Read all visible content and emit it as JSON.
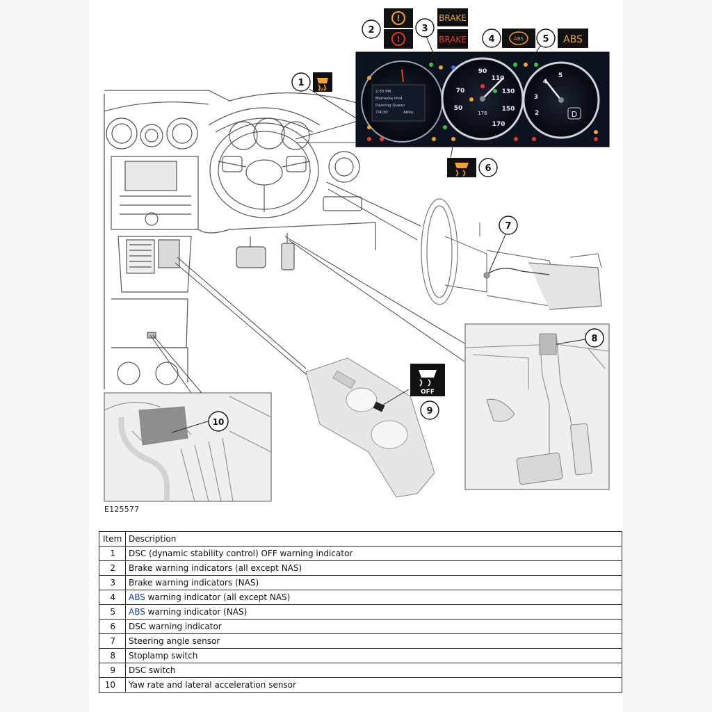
{
  "figure": {
    "code": "E125577",
    "callouts": [
      "1",
      "2",
      "3",
      "4",
      "5",
      "6",
      "7",
      "8",
      "9",
      "10"
    ],
    "indicators": {
      "brake_text": "BRAKE",
      "abs_text": "ABS",
      "abs_circle_text": "ABS",
      "off_text": "OFF"
    },
    "gauges": {
      "speed_ticks": [
        "90",
        "110",
        "130",
        "150",
        "170",
        "70",
        "50"
      ],
      "odometer": "176",
      "rpm_ticks": [
        "5",
        "3",
        "2",
        "4"
      ],
      "gear": "D",
      "display_lines": [
        "2:30 PM",
        "Mymedia iPod",
        "Dancing Queen",
        "7/4/30",
        "Abba"
      ]
    }
  },
  "table": {
    "header": {
      "item": "Item",
      "description": "Description"
    },
    "rows": [
      {
        "item": "1",
        "pre": "",
        "link": "",
        "text": "DSC (dynamic stability control) OFF warning indicator"
      },
      {
        "item": "2",
        "pre": "",
        "link": "",
        "text": "Brake warning indicators (all except NAS)"
      },
      {
        "item": "3",
        "pre": "",
        "link": "",
        "text": "Brake warning indicators (NAS)"
      },
      {
        "item": "4",
        "pre": "",
        "link": "ABS",
        "text": " warning indicator (all except NAS)"
      },
      {
        "item": "5",
        "pre": "",
        "link": "ABS",
        "text": " warning indicator (NAS)"
      },
      {
        "item": "6",
        "pre": "",
        "link": "",
        "text": "DSC warning indicator"
      },
      {
        "item": "7",
        "pre": "",
        "link": "",
        "text": "Steering angle sensor"
      },
      {
        "item": "8",
        "pre": "",
        "link": "",
        "text": "Stoplamp switch"
      },
      {
        "item": "9",
        "pre": "",
        "link": "",
        "text": "DSC switch"
      },
      {
        "item": "10",
        "pre": "",
        "link": "",
        "text": "Yaw rate and lateral acceleration sensor"
      }
    ]
  },
  "colors": {
    "indicator_amber": "#f2a132",
    "indicator_red": "#e23a2c",
    "cluster_bg": "#0c1220",
    "link_blue": "#1b3fb5"
  }
}
